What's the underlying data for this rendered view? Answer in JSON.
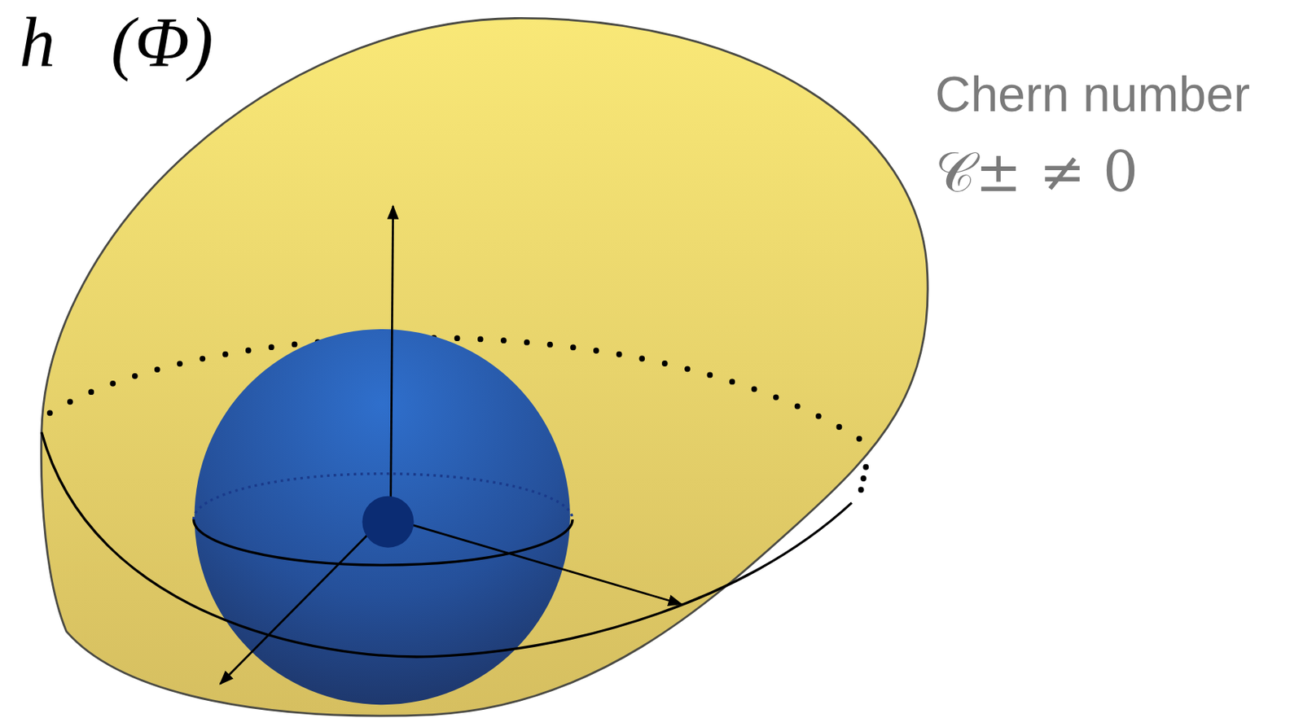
{
  "diagram": {
    "labels": [
      "h⃗(Φ)",
      "Chern number",
      "𝒞± ≠ 0"
    ]
  }
}
